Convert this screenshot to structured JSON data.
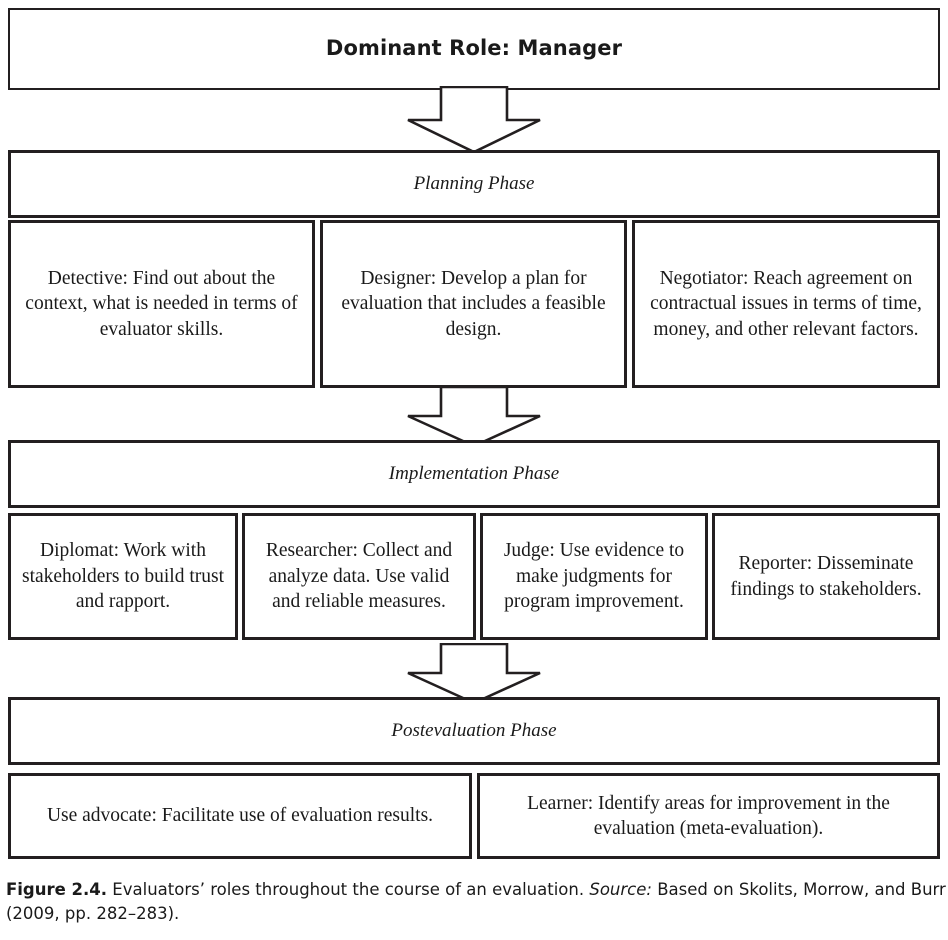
{
  "figure": {
    "title": "Dominant Role: Manager",
    "phases": [
      {
        "name": "planning",
        "banner": "Planning Phase",
        "roles": [
          {
            "key": "detective",
            "text": "Detective:  Find out about the context, what is needed in terms of evaluator skills."
          },
          {
            "key": "designer",
            "text": "Designer: Develop a plan for evaluation that includes a feasible design."
          },
          {
            "key": "negotiator",
            "text": "Negotiator: Reach agreement on contractual issues in terms of time, money, and other relevant factors."
          }
        ]
      },
      {
        "name": "implementation",
        "banner": "Implementation Phase",
        "roles": [
          {
            "key": "diplomat",
            "text": "Diplomat: Work with stakeholders to build trust and rapport."
          },
          {
            "key": "researcher",
            "text": "Researcher: Collect and analyze data. Use valid and reliable measures."
          },
          {
            "key": "judge",
            "text": "Judge: Use evidence to make judgments for program improvement."
          },
          {
            "key": "reporter",
            "text": "Reporter: Disseminate findings to stakeholders."
          }
        ]
      },
      {
        "name": "postevaluation",
        "banner": "Postevaluation Phase",
        "roles": [
          {
            "key": "useadvocate",
            "text": "Use advocate: Facilitate use of evaluation results."
          },
          {
            "key": "learner",
            "text": "Learner: Identify areas for improvement in the evaluation (meta-evaluation)."
          }
        ]
      }
    ],
    "arrows": [
      {
        "key": "arrow-1",
        "direction": "down",
        "from": "title",
        "to": "planning-phase"
      },
      {
        "key": "arrow-2",
        "direction": "down",
        "from": "planning-roles",
        "to": "implementation-phase"
      },
      {
        "key": "arrow-3",
        "direction": "down",
        "from": "implementation-roles",
        "to": "postevaluation-phase"
      }
    ],
    "caption": {
      "label": "Figure 2.4.",
      "text_before_source": " Evaluators’ roles throughout the course of an evaluation. ",
      "source_label": "Source:",
      "text_after_source": " Based on Skolits, Morrow, and Burr (2009, pp. 282–283)."
    },
    "colors": {
      "stroke": "#231f20",
      "text": "#1a1a1a",
      "background": "#ffffff"
    }
  }
}
